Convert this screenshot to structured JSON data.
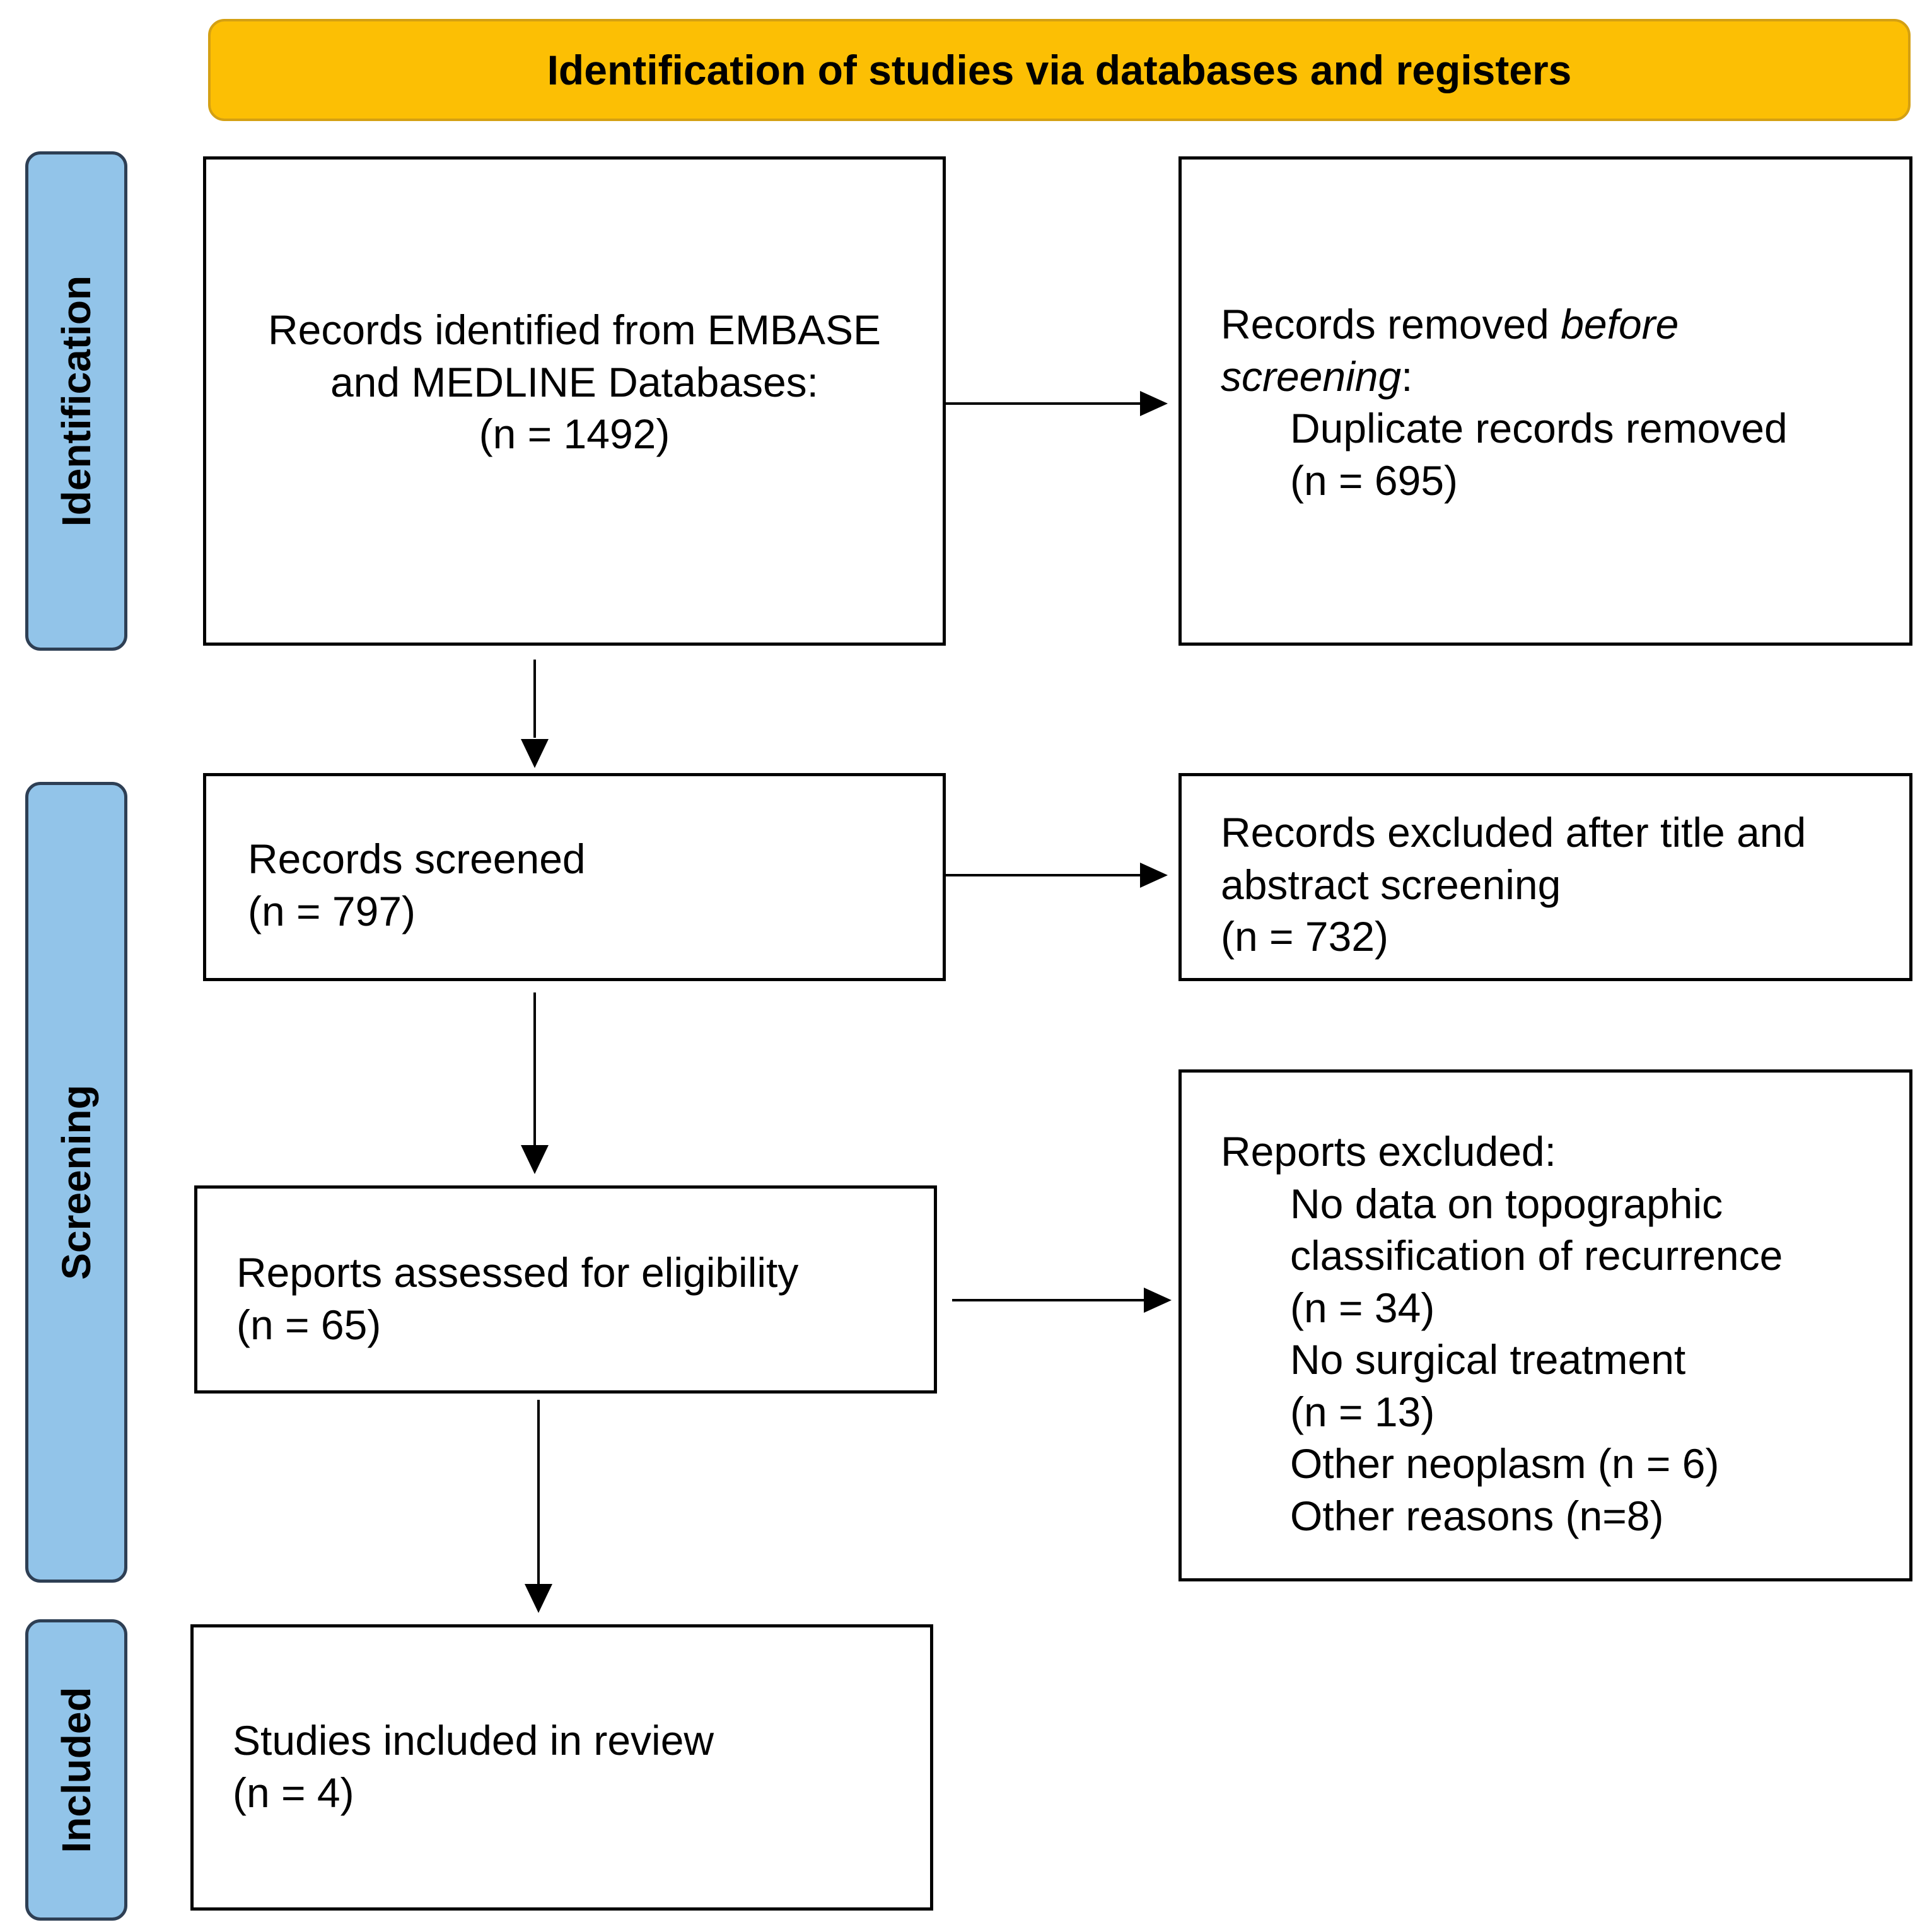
{
  "header": {
    "title": "Identification of studies via databases and registers"
  },
  "stages": {
    "identification": "Identification",
    "screening": "Screening",
    "included": "Included"
  },
  "boxes": {
    "records_identified": {
      "line1": "Records identified from EMBASE",
      "line2": "and MEDLINE Databases:",
      "line3": "(n = 1492)"
    },
    "records_removed": {
      "line1_a": "Records removed ",
      "line1_b": "before",
      "line2_a": "screening",
      "line2_b": ":",
      "line3": "Duplicate records removed",
      "line4": "(n = 695)"
    },
    "records_screened": {
      "line1": "Records screened",
      "line2": "(n = 797)"
    },
    "records_excluded": {
      "line1": "Records excluded after title and",
      "line2": "abstract screening",
      "line3": "(n = 732)"
    },
    "reports_assessed": {
      "line1": "Reports assessed for eligibility",
      "line2": "(n = 65)"
    },
    "reports_excluded": {
      "line1": "Reports excluded:",
      "line2": "No data on topographic",
      "line3": "classification of recurrence",
      "line4": "(n = 34)",
      "line5": "No surgical treatment",
      "line6": "(n = 13)",
      "line7": "Other neoplasm (n = 6)",
      "line8": "Other reasons (n=8)"
    },
    "studies_included": {
      "line1": "Studies included in review",
      "line2": "(n = 4)"
    }
  },
  "colors": {
    "header_fill": "#fcbf04",
    "stage_fill": "#92c4e9",
    "stage_border": "#2e3f54"
  }
}
